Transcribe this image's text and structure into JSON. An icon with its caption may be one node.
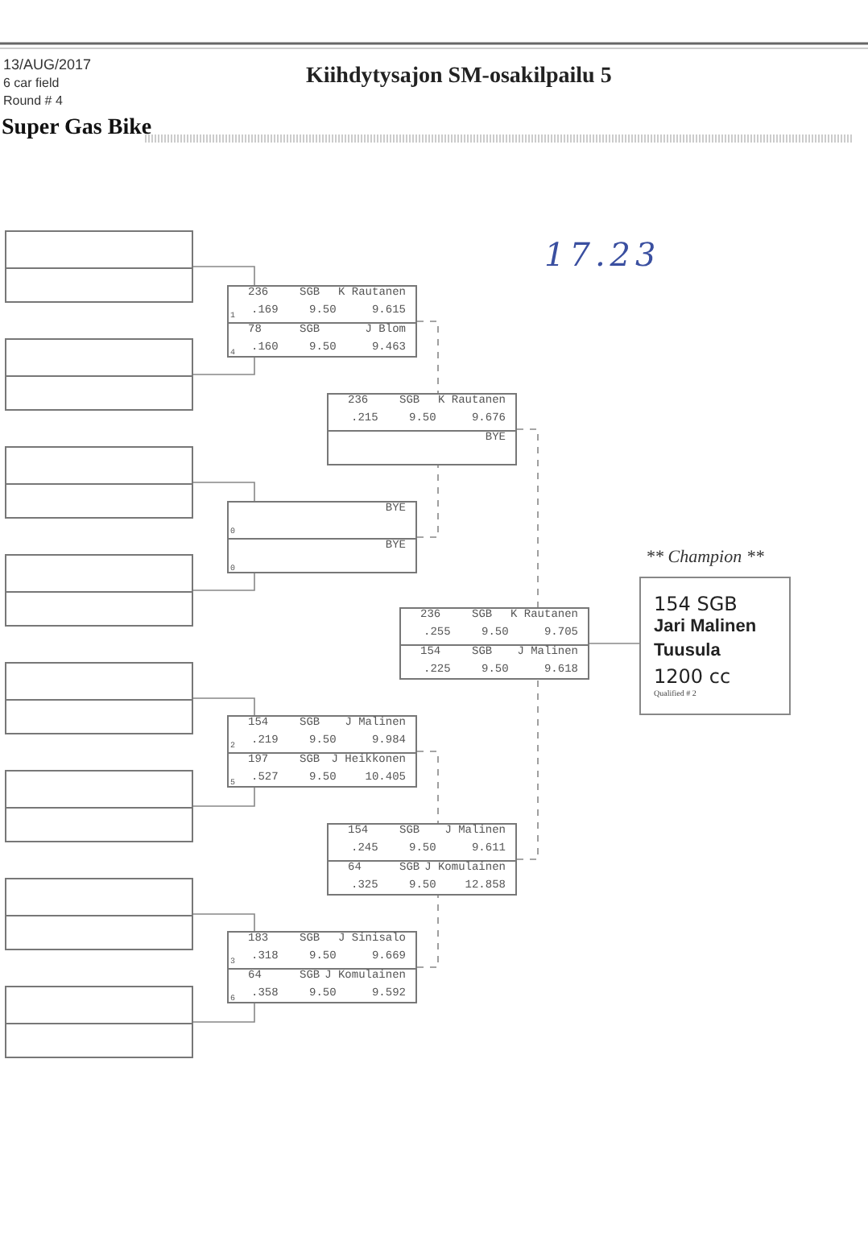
{
  "diagram": {
    "title": "Kiihdytysajon SM-osakilpailu 5",
    "nodes": [
      {
        "text": [],
        "shape": "box"
      },
      {
        "text": [],
        "shape": "box"
      },
      {
        "text": [],
        "shape": "box"
      },
      {
        "text": [],
        "shape": "box"
      },
      {
        "text": [],
        "shape": "box"
      },
      {
        "text": [],
        "shape": "box"
      },
      {
        "text": [],
        "shape": "box"
      },
      {
        "text": [],
        "shape": "box"
      },
      {
        "text": [
          "236",
          "SGB",
          "K Rautanen",
          "1",
          ".169",
          "9.50",
          "9.615",
          "78",
          "SGB",
          "J Blom",
          "4",
          ".160",
          "9.50",
          "9.463"
        ]
      },
      {
        "text": [
          "BYE",
          "0",
          "BYE",
          "0"
        ]
      },
      {
        "text": [
          "154",
          "SGB",
          "J Malinen",
          "2",
          ".219",
          "9.50",
          "9.984",
          "197",
          "SGB",
          "J Heikkonen",
          "5",
          ".527",
          "9.50",
          "10.405"
        ]
      },
      {
        "text": [
          "183",
          "SGB",
          "J Sinisalo",
          "3",
          ".318",
          "9.50",
          "9.669",
          "64",
          "SGB",
          "J Komulainen",
          "6",
          ".358",
          "9.50",
          "9.592"
        ]
      },
      {
        "text": [
          "236",
          "SGB",
          "K Rautanen",
          ".215",
          "9.50",
          "9.676",
          "BYE"
        ]
      },
      {
        "text": [
          "154",
          "SGB",
          "J Malinen",
          ".245",
          "9.50",
          "9.611",
          "64",
          "SGB",
          "J Komulainen",
          ".325",
          "9.50",
          "12.858"
        ]
      },
      {
        "text": [
          "236",
          "SGB",
          "K Rautanen",
          ".255",
          "9.50",
          "9.705",
          "154",
          "SGB",
          "J Malinen",
          ".225",
          "9.50",
          "9.618"
        ]
      },
      {
        "text": [
          "** Champion **",
          "154 SGB",
          "Jari Malinen",
          "Tuusula",
          "1200 cc",
          "Qualified # 2"
        ]
      }
    ],
    "edges": [
      {
        "from": 0,
        "to": 8,
        "arrow": "none"
      },
      {
        "from": 1,
        "to": 8,
        "arrow": "none"
      },
      {
        "from": 2,
        "to": 9,
        "arrow": "none"
      },
      {
        "from": 3,
        "to": 9,
        "arrow": "none"
      },
      {
        "from": 4,
        "to": 10,
        "arrow": "none"
      },
      {
        "from": 5,
        "to": 10,
        "arrow": "none"
      },
      {
        "from": 6,
        "to": 11,
        "arrow": "none"
      },
      {
        "from": 7,
        "to": 11,
        "arrow": "none"
      },
      {
        "from": 8,
        "to": 12,
        "arrow": "none",
        "style": "dashed"
      },
      {
        "from": 9,
        "to": 12,
        "arrow": "none",
        "style": "dashed"
      },
      {
        "from": 10,
        "to": 13,
        "arrow": "none",
        "style": "dashed"
      },
      {
        "from": 11,
        "to": 13,
        "arrow": "none",
        "style": "dashed"
      },
      {
        "from": 12,
        "to": 14,
        "arrow": "none",
        "style": "dashed"
      },
      {
        "from": 13,
        "to": 14,
        "arrow": "none",
        "style": "dashed"
      },
      {
        "from": 14,
        "to": 15,
        "arrow": "none"
      }
    ],
    "labels": [
      "13/AUG/2017",
      "6 car field",
      "Round # 4",
      "Super Gas Bike",
      "17.23"
    ]
  }
}
